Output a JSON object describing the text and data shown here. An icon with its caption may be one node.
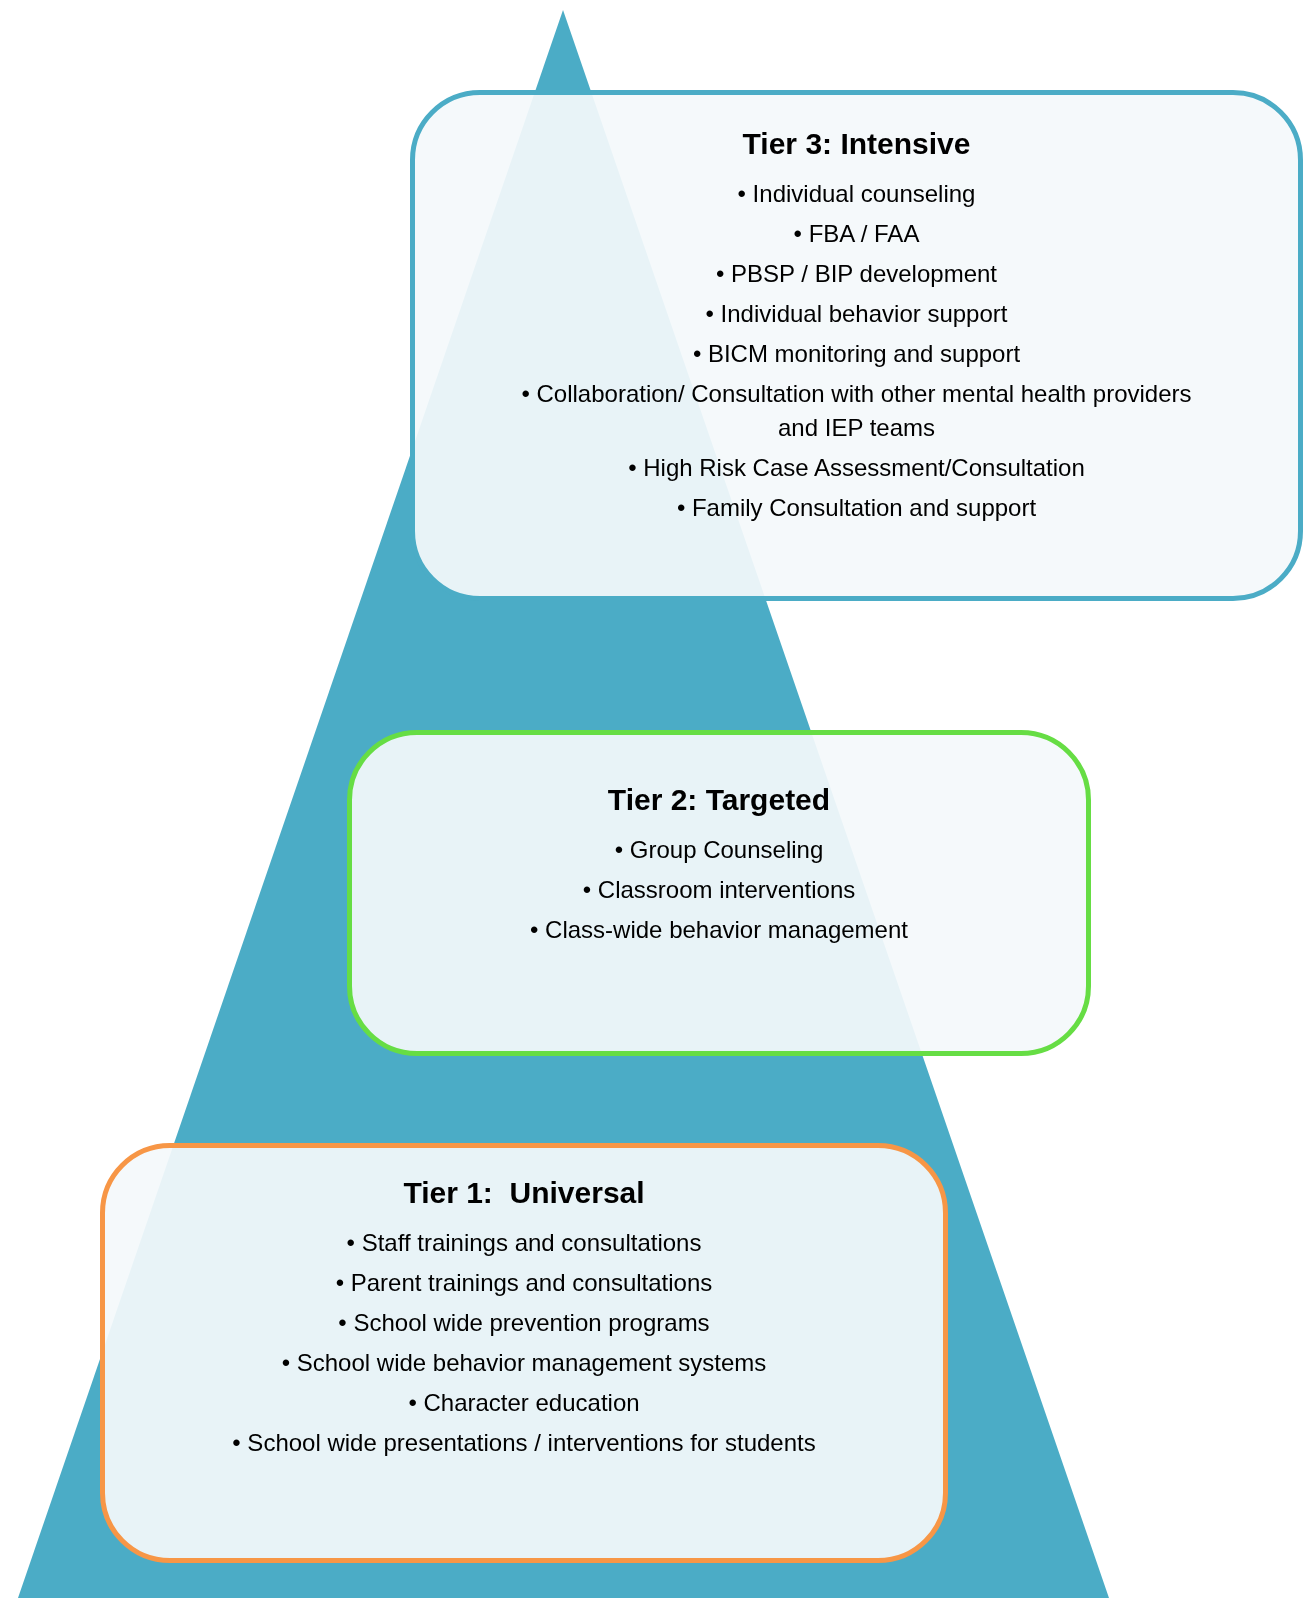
{
  "diagram": {
    "nodes": [
      {
        "text": [
          "Tier 3: Intensive",
          "• Individual counseling",
          "• FBA / FAA",
          "• PBSP / BIP development",
          "• Individual behavior support",
          "• BICM monitoring and support",
          "• Collaboration/ Consultation with other mental health providers and IEP teams",
          "• High Risk Case Assessment/Consultation",
          "• Family Consultation and support"
        ]
      },
      {
        "text": [
          "Tier 2: Targeted",
          "• Group Counseling",
          "• Classroom interventions",
          "• Class-wide behavior management"
        ]
      },
      {
        "text": [
          "Tier 1:  Universal",
          "• Staff trainings and consultations",
          "• Parent trainings and consultations",
          "• School wide prevention programs",
          "• School wide behavior management systems",
          "• Character education",
          "• School wide presentations / interventions for students"
        ]
      }
    ]
  }
}
